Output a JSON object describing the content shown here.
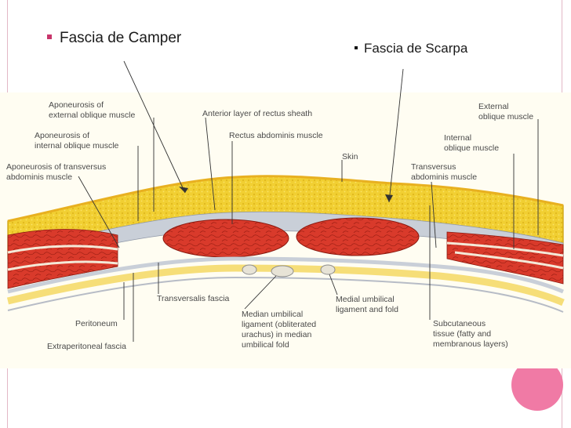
{
  "slide": {
    "bullets": [
      {
        "text": "Fascia de Camper"
      },
      {
        "text": "Fascia de Scarpa"
      }
    ]
  },
  "figure": {
    "labels": [
      {
        "text": "Aponeurosis of"
      },
      {
        "text": "external oblique muscle"
      },
      {
        "text": "Aponeurosis of"
      },
      {
        "text": "internal oblique muscle"
      },
      {
        "text": "Aponeurosis of transversus"
      },
      {
        "text": "abdominis muscle"
      },
      {
        "text": "Anterior layer of rectus sheath"
      },
      {
        "text": "Rectus abdominis muscle"
      },
      {
        "text": "Skin"
      },
      {
        "text": "External"
      },
      {
        "text": "oblique muscle"
      },
      {
        "text": "Internal"
      },
      {
        "text": "oblique muscle"
      },
      {
        "text": "Transversus"
      },
      {
        "text": "abdominis muscle"
      },
      {
        "text": "Transversalis fascia"
      },
      {
        "text": "Peritoneum"
      },
      {
        "text": "Extraperitoneal fascia"
      },
      {
        "text": "Median umbilical"
      },
      {
        "text": "ligament (obliterated"
      },
      {
        "text": "urachus) in median"
      },
      {
        "text": "umbilical fold"
      },
      {
        "text": "Medial umbilical"
      },
      {
        "text": "ligament and fold"
      },
      {
        "text": "Subcutaneous"
      },
      {
        "text": "tissue (fatty and"
      },
      {
        "text": "membranous layers)"
      }
    ]
  },
  "colors": {
    "accent": "#c8356b",
    "frame": "#e3b8c6",
    "fat": "#f4d23a",
    "muscle": "#d93a2b",
    "fascia": "#c9cfd8"
  }
}
